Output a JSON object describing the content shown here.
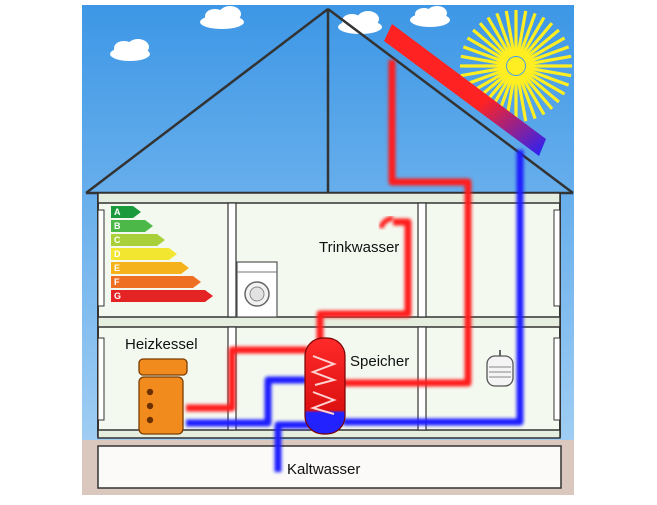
{
  "labels": {
    "trinkwasser": "Trinkwasser",
    "heizkessel": "Heizkessel",
    "speicher": "Speicher",
    "kaltwasser": "Kaltwasser"
  },
  "energy_scale": [
    {
      "letter": "A",
      "color": "#1a9a3a"
    },
    {
      "letter": "B",
      "color": "#4cb848"
    },
    {
      "letter": "C",
      "color": "#a8d038"
    },
    {
      "letter": "D",
      "color": "#f3e631"
    },
    {
      "letter": "E",
      "color": "#f6b21a"
    },
    {
      "letter": "F",
      "color": "#ee6f22"
    },
    {
      "letter": "G",
      "color": "#e42325"
    }
  ],
  "colors": {
    "sky": "#4aa3ea",
    "hot_pipe": "#ff1a1a",
    "cold_pipe": "#1a1aff",
    "sun": "#ffee22",
    "boiler": "#f28b1e",
    "ground": "#dac8bf",
    "wall_fill": "#f2f8ee"
  }
}
